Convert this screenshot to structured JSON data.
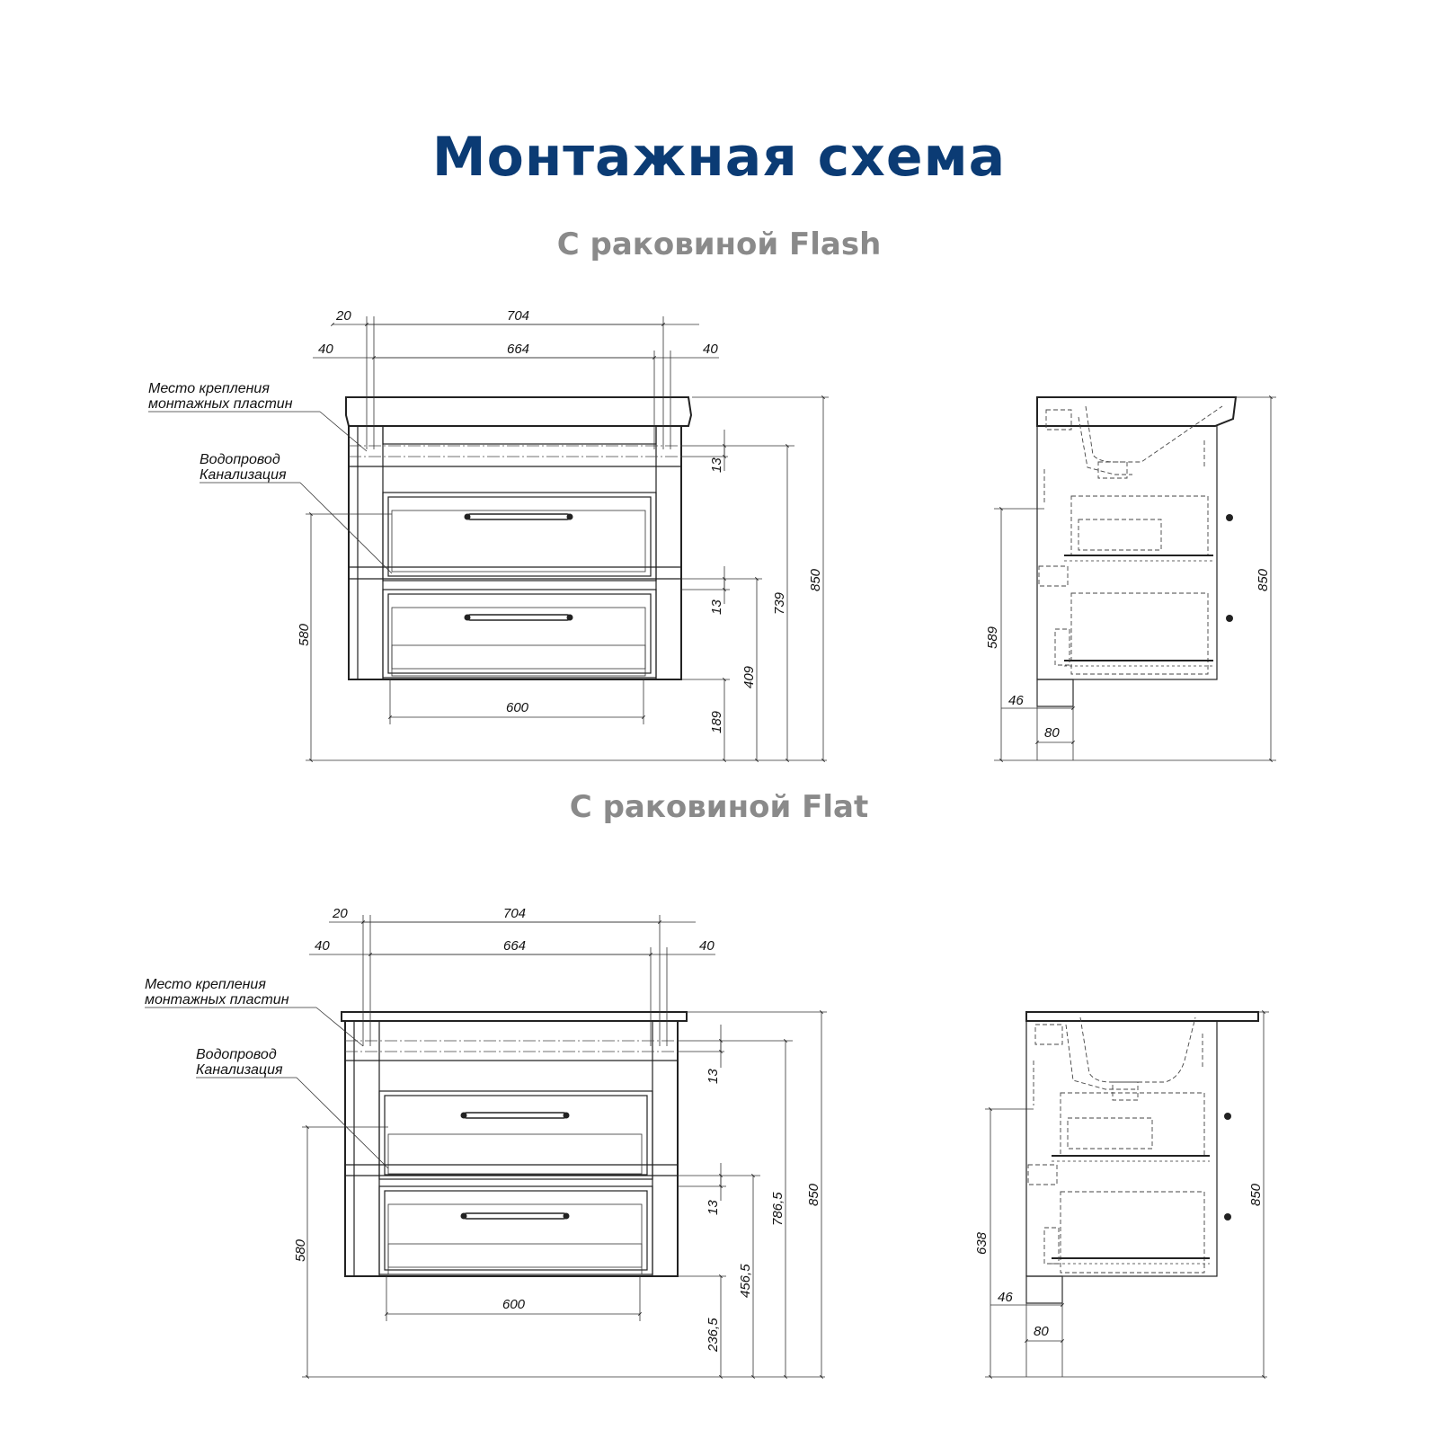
{
  "title": "Монтажная схема",
  "sections": [
    {
      "subtitle": "С раковиной Flash",
      "notes": {
        "mount_line1": "Место крепления",
        "mount_line2": "монтажных пластин",
        "pipe_line1": "Водопровод",
        "pipe_line2": "Канализация"
      },
      "front": {
        "w_20": "20",
        "w_704": "704",
        "w_40_left": "40",
        "w_664": "664",
        "w_40_right": "40",
        "w_600": "600",
        "h_580": "580",
        "h_13_top": "13",
        "h_13_bottom": "13",
        "h_739": "739",
        "h_850": "850",
        "h_409": "409",
        "h_189": "189"
      },
      "side": {
        "h_589": "589",
        "h_850": "850",
        "d_46": "46",
        "d_80": "80"
      }
    },
    {
      "subtitle": "С раковиной Flat",
      "notes": {
        "mount_line1": "Место крепления",
        "mount_line2": "монтажных пластин",
        "pipe_line1": "Водопровод",
        "pipe_line2": "Канализация"
      },
      "front": {
        "w_20": "20",
        "w_704": "704",
        "w_40_left": "40",
        "w_664": "664",
        "w_40_right": "40",
        "w_600": "600",
        "h_580": "580",
        "h_13_top": "13",
        "h_13_bottom": "13",
        "h_739": "786,5",
        "h_850": "850",
        "h_409": "456,5",
        "h_189": "236,5"
      },
      "side": {
        "h_589": "638",
        "h_850": "850",
        "d_46": "46",
        "d_80": "80"
      }
    }
  ]
}
